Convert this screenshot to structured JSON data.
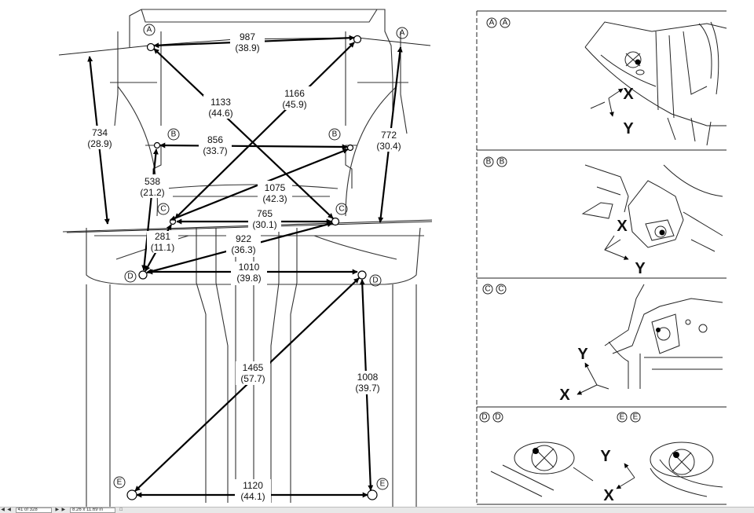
{
  "measurements": [
    {
      "id": "aa",
      "value": "987",
      "inch": "(38.9)"
    },
    {
      "id": "a-left",
      "value": "734",
      "inch": "(28.9)"
    },
    {
      "id": "a-right",
      "value": "772",
      "inch": "(30.4)"
    },
    {
      "id": "ac1",
      "value": "1133",
      "inch": "(44.6)"
    },
    {
      "id": "ac2",
      "value": "1166",
      "inch": "(45.9)"
    },
    {
      "id": "bb",
      "value": "856",
      "inch": "(33.7)"
    },
    {
      "id": "bd",
      "value": "538",
      "inch": "(21.2)"
    },
    {
      "id": "bc",
      "value": "1075",
      "inch": "(42.3)"
    },
    {
      "id": "cc",
      "value": "765",
      "inch": "(30.1)"
    },
    {
      "id": "cd",
      "value": "281",
      "inch": "(11.1)"
    },
    {
      "id": "dc",
      "value": "922",
      "inch": "(36.3)"
    },
    {
      "id": "dd",
      "value": "1010",
      "inch": "(39.8)"
    },
    {
      "id": "de",
      "value": "1465",
      "inch": "(57.7)"
    },
    {
      "id": "de-right",
      "value": "1008",
      "inch": "(39.7)"
    },
    {
      "id": "ee",
      "value": "1120",
      "inch": "(44.1)"
    }
  ],
  "points": {
    "A": "A",
    "B": "B",
    "C": "C",
    "D": "D",
    "E": "E"
  },
  "details": [
    {
      "id": "a",
      "label_left": "A",
      "label_right": "A"
    },
    {
      "id": "b",
      "label_left": "B",
      "label_right": "B"
    },
    {
      "id": "c",
      "label_left": "C",
      "label_right": "C"
    },
    {
      "id": "d",
      "label_left": "D",
      "label_right": "D"
    },
    {
      "id": "e",
      "label_left": "E",
      "label_right": "E"
    }
  ],
  "axes": {
    "x": "X",
    "y": "Y"
  },
  "statusbar": {
    "page": "41 of 328",
    "size": "8.26 x 11.69 in"
  }
}
